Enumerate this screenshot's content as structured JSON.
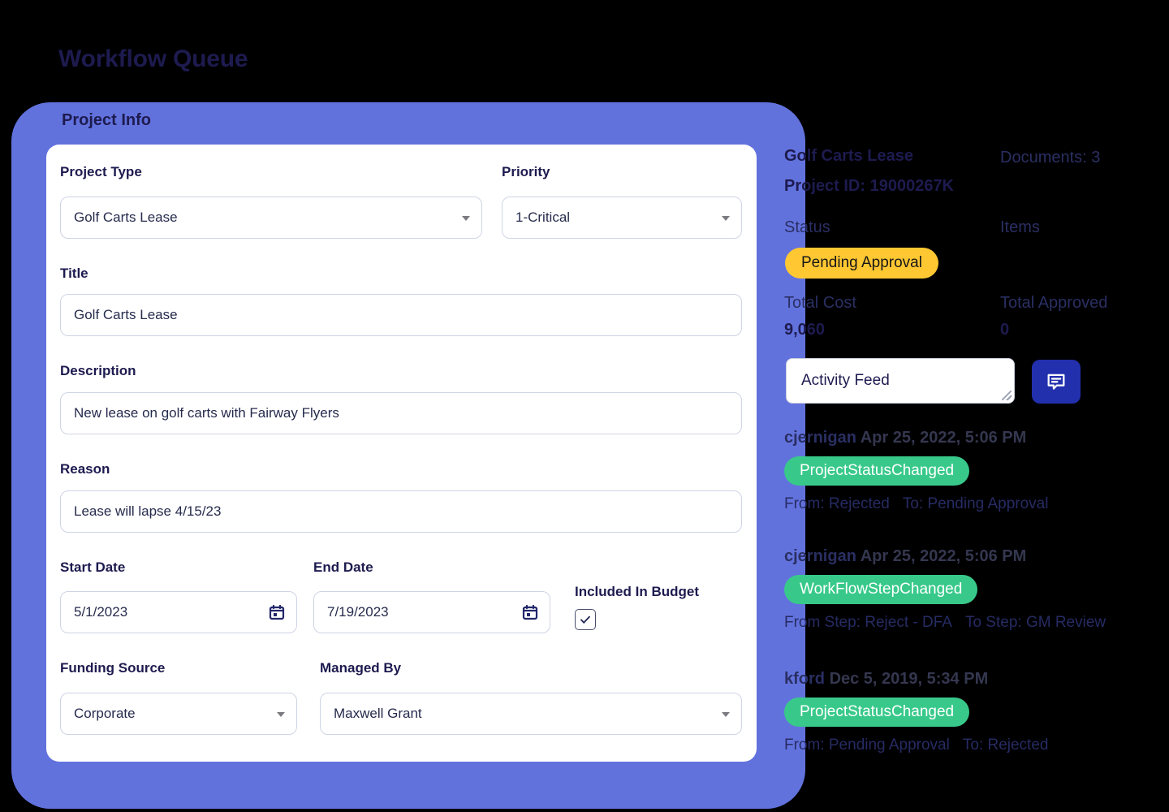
{
  "page": {
    "title": "Workflow Queue"
  },
  "colors": {
    "card_purple": "#6272dd",
    "ink_navy": "#1d1b4f",
    "status_yellow": "#ffc832",
    "event_green": "#38c98a",
    "button_blue": "#2230ae",
    "page_background": "#000000"
  },
  "project_info": {
    "section_title": "Project Info",
    "fields": {
      "project_type": {
        "label": "Project Type",
        "value": "Golf Carts Lease",
        "control": "select"
      },
      "priority": {
        "label": "Priority",
        "value": "1-Critical",
        "control": "select"
      },
      "title": {
        "label": "Title",
        "value": "Golf Carts Lease",
        "control": "text"
      },
      "description": {
        "label": "Description",
        "value": "New lease on golf carts with Fairway Flyers",
        "control": "text"
      },
      "reason": {
        "label": "Reason",
        "value": "Lease will lapse 4/15/23",
        "control": "text"
      },
      "start_date": {
        "label": "Start Date",
        "value": "5/1/2023",
        "control": "date",
        "icon": "calendar-icon"
      },
      "end_date": {
        "label": "End Date",
        "value": "7/19/2023",
        "control": "date",
        "icon": "calendar-icon"
      },
      "included_in_budget": {
        "label": "Included In Budget",
        "checked": true,
        "icon": "check-icon"
      },
      "funding_source": {
        "label": "Funding Source",
        "value": "Corporate",
        "control": "select"
      },
      "managed_by": {
        "label": "Managed By",
        "value": "Maxwell Grant",
        "control": "select"
      }
    }
  },
  "detail_panel": {
    "project_name": "Golf Carts Lease",
    "documents": "Documents: 3",
    "project_id": "Project ID: 19000267K",
    "status_label": "Status",
    "status_value": "Pending Approval",
    "items_label": "Items",
    "items_value": "",
    "total_cost_label": "Total Cost",
    "total_cost_value": "9,060",
    "total_approved_label": "Total Approved",
    "total_approved_value": "0"
  },
  "activity": {
    "input_value": "Activity Feed",
    "input_placeholder": "Activity Feed",
    "submit_icon": "comment-icon",
    "entries": [
      {
        "user": "cjernigan",
        "date": "Apr 25, 2022, 5:06 PM",
        "event": "ProjectStatusChanged",
        "from": "From: Rejected",
        "to": "To: Pending Approval"
      },
      {
        "user": "cjernigan",
        "date": "Apr 25, 2022, 5:06 PM",
        "event": "WorkFlowStepChanged",
        "from": "From Step: Reject - DFA",
        "to": "To Step: GM Review"
      },
      {
        "user": "kford",
        "date": "Dec 5, 2019, 5:34 PM",
        "event": "ProjectStatusChanged",
        "from": "From: Pending Approval",
        "to": "To: Rejected"
      }
    ]
  }
}
